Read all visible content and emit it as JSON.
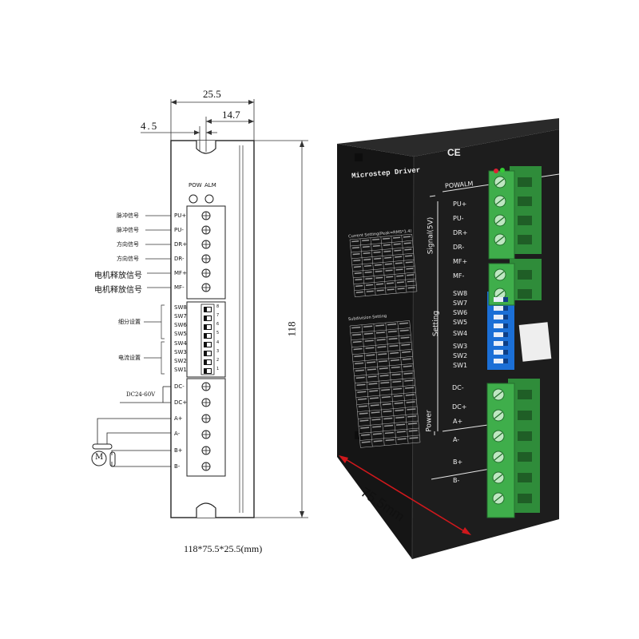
{
  "drawing": {
    "dim_width": "25.5",
    "dim_terminal": "14.7",
    "dim_hole": "4.5",
    "dim_height": "118",
    "caption": "118*75.5*25.5(mm)",
    "indicator_labels": [
      "POW",
      "ALM"
    ],
    "signal_terminals": [
      "PU+",
      "PU-",
      "DR+",
      "DR-",
      "MF+",
      "MF-"
    ],
    "signal_notes": [
      "脉冲信号",
      "脉冲信号",
      "方向信号",
      "方向信号",
      "电机释放信号",
      "电机释放信号"
    ],
    "switches": [
      "SW8",
      "SW7",
      "SW6",
      "SW5",
      "SW4",
      "SW3",
      "SW2",
      "SW1"
    ],
    "switch_numbers": [
      "8",
      "7",
      "6",
      "5",
      "4",
      "3",
      "2",
      "1"
    ],
    "switch_group_subdivision": "细分设置",
    "switch_group_current": "电流设置",
    "power_terminals": [
      "DC-",
      "DC+",
      "A+",
      "A-",
      "B+",
      "B-"
    ],
    "power_note": "DC24-60V",
    "motor_symbol": "M"
  },
  "product": {
    "title": "Microstep Driver",
    "ce_mark": "CE",
    "pow_alm": "POWALM",
    "signal_group": "Signal(5V)",
    "signal_terminals": [
      "PU+",
      "PU-",
      "DR+",
      "DR-",
      "MF+",
      "MF-"
    ],
    "setting_group": "Setting",
    "switches": [
      "SW8",
      "SW7",
      "SW6",
      "SW5",
      "SW4",
      "SW3",
      "SW2",
      "SW1"
    ],
    "power_group": "Power",
    "power_terminals": [
      "DC-",
      "DC+",
      "A+",
      "A-",
      "B+",
      "B-"
    ],
    "current_table_title": "Current Setting(Peak=RMS*1.4)",
    "subdivision_table_title": "Subdivision Setting",
    "depth_dimension": "75.5mm"
  },
  "colors": {
    "body": "#1d1d1d",
    "terminal_green": "#3fae4b",
    "dip_blue": "#1b6fd6",
    "arrow_red": "#d0181c"
  }
}
